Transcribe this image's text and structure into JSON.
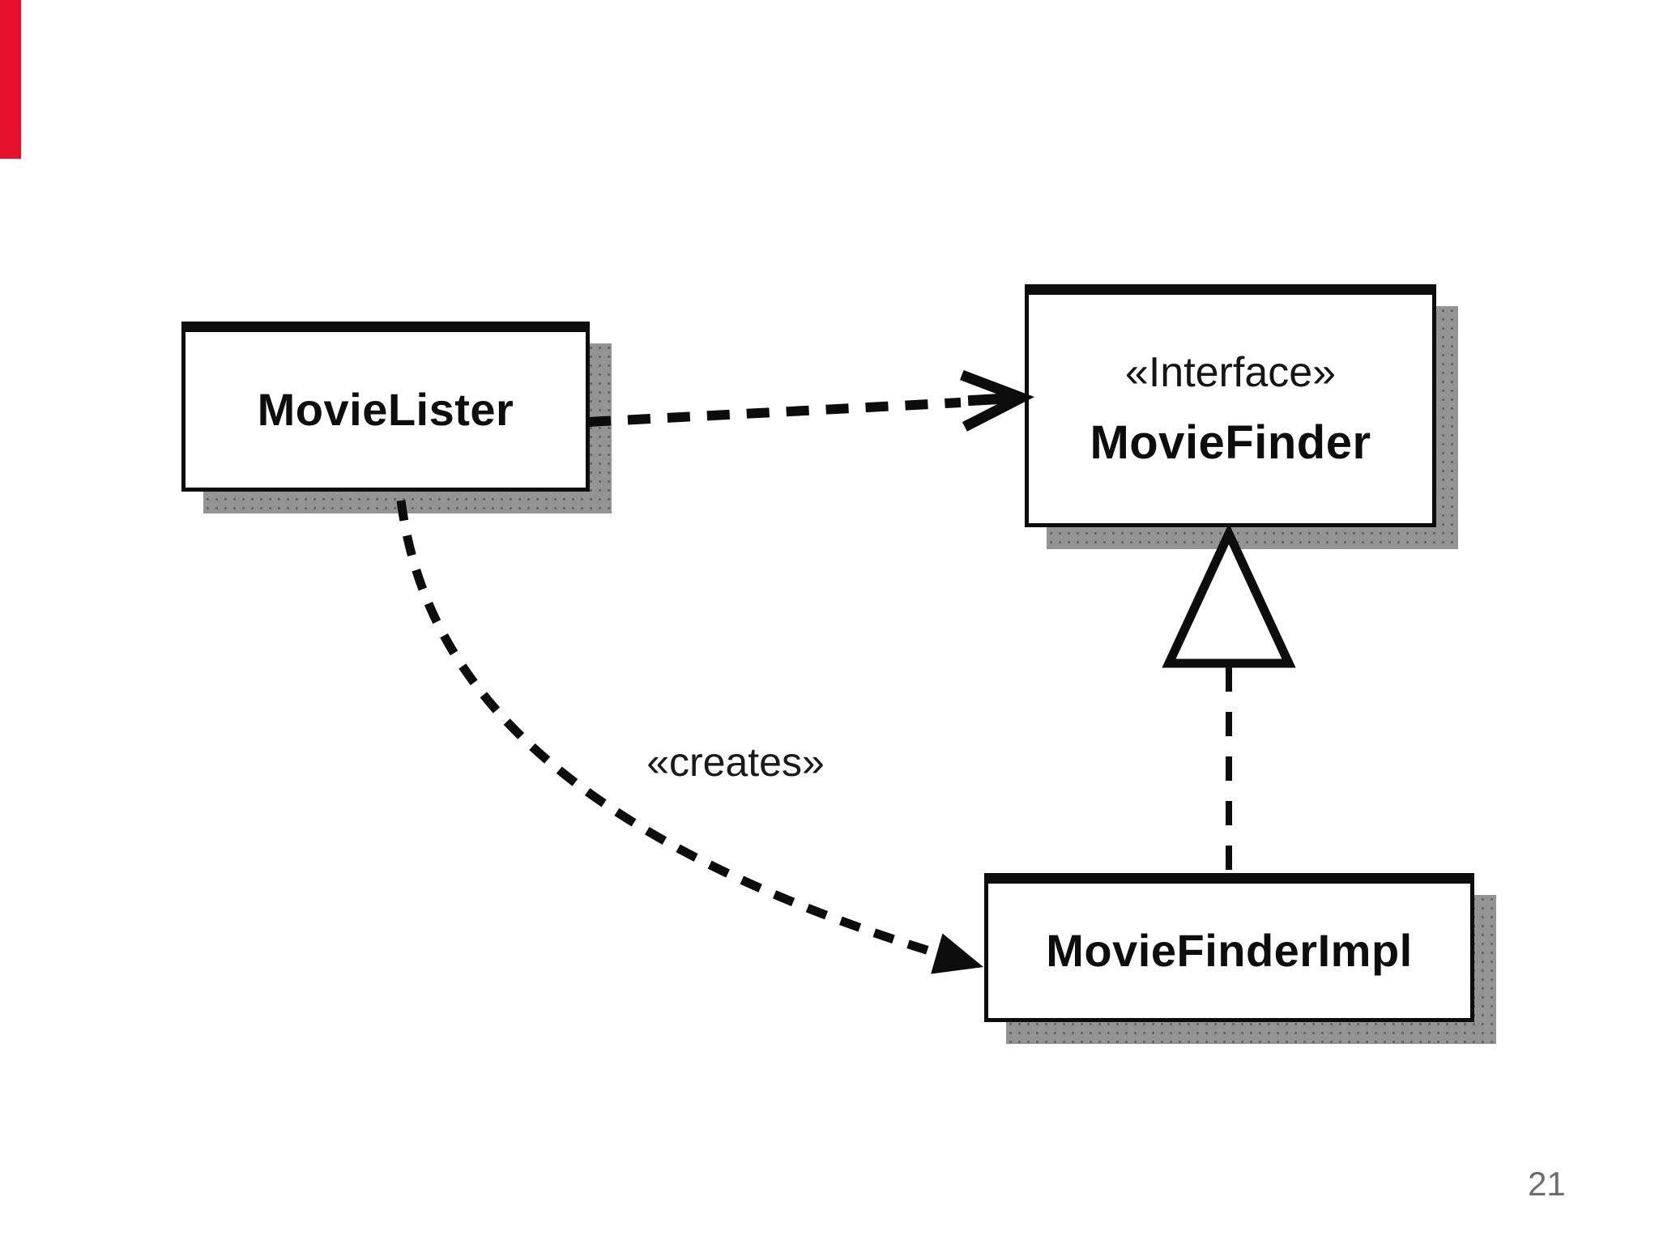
{
  "page": {
    "number": "21",
    "background_color": "#ffffff",
    "accent_strip_color": "#e8112d"
  },
  "diagram": {
    "type": "uml-class-diagram",
    "classes": [
      {
        "id": "movie-lister",
        "stereotype": "",
        "name": "MovieLister"
      },
      {
        "id": "movie-finder",
        "stereotype": "«Interface»",
        "name": "MovieFinder"
      },
      {
        "id": "movie-finder-impl",
        "stereotype": "",
        "name": "MovieFinderImpl"
      }
    ],
    "relations": [
      {
        "from": "MovieLister",
        "to": "MovieFinder",
        "type": "dependency",
        "style": "dashed-open-arrow",
        "label": ""
      },
      {
        "from": "MovieFinderImpl",
        "to": "MovieFinder",
        "type": "realization",
        "style": "dashed-hollow-triangle",
        "label": ""
      },
      {
        "from": "MovieLister",
        "to": "MovieFinderImpl",
        "type": "dependency",
        "style": "dashed-solid-arrow",
        "label": "«creates»"
      }
    ],
    "colors": {
      "box_fill": "#ffffff",
      "box_border": "#0c0c0c",
      "shadow": "#949494",
      "text": "#0d0d0d",
      "connector": "#0c0c0c",
      "page_number": "#6e6e6e"
    }
  }
}
